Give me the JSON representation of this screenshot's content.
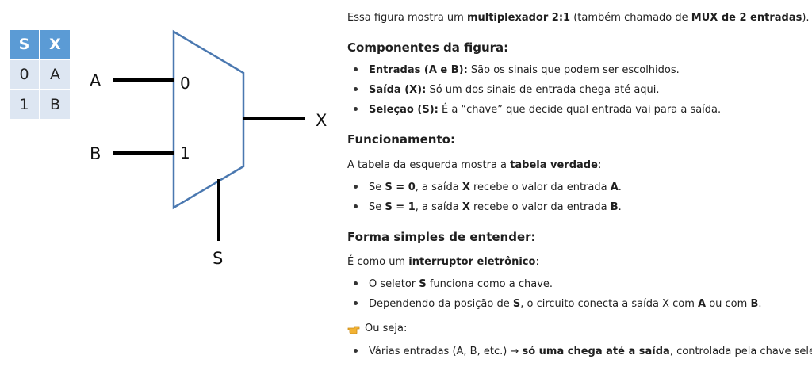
{
  "truth_table": {
    "headers": [
      "S",
      "X"
    ],
    "rows": [
      [
        "0",
        "A"
      ],
      [
        "1",
        "B"
      ]
    ]
  },
  "mux": {
    "input_a": "A",
    "input_b": "B",
    "sel_0": "0",
    "sel_1": "1",
    "output": "X",
    "select": "S",
    "stroke_color": "#4a78b0"
  },
  "intro": {
    "t1": "Essa figura mostra um ",
    "b1": "multiplexador 2:1",
    "t2": " (também chamado de ",
    "b2": "MUX de 2 entradas",
    "t3": ")."
  },
  "sec1": {
    "heading": "Componentes da figura:",
    "items": [
      {
        "b": "Entradas (A e B):",
        "t": " São os sinais que podem ser escolhidos."
      },
      {
        "b": "Saída (X):",
        "t": " Só um dos sinais de entrada chega até aqui."
      },
      {
        "b": "Seleção (S):",
        "t": " É a “chave” que decide qual entrada vai para a saída."
      }
    ]
  },
  "sec2": {
    "heading": "Funcionamento:",
    "para_t": "A tabela da esquerda mostra a ",
    "para_b": "tabela verdade",
    "para_end": ":",
    "items": [
      {
        "t1": "Se ",
        "b1": "S = 0",
        "t2": ", a saída ",
        "b2": "X",
        "t3": " recebe o valor da entrada ",
        "b3": "A",
        "t4": "."
      },
      {
        "t1": "Se ",
        "b1": "S = 1",
        "t2": ", a saída ",
        "b2": "X",
        "t3": " recebe o valor da entrada ",
        "b3": "B",
        "t4": "."
      }
    ]
  },
  "sec3": {
    "heading": "Forma simples de entender:",
    "para_t": "É como um ",
    "para_b": "interruptor eletrônico",
    "para_end": ":",
    "item1": {
      "t1": "O seletor ",
      "b1": "S",
      "t2": " funciona como a chave."
    },
    "item2": {
      "t1": "Dependendo da posição de ",
      "b1": "S",
      "t2": ", o circuito conecta a saída X com ",
      "b2": "A",
      "t3": " ou com ",
      "b3": "B",
      "t4": "."
    },
    "ou_seja": "Ou seja:",
    "hand_icon": "pointing-hand-icon",
    "item3": {
      "t1": "Várias entradas (A, B, etc.) → ",
      "b1": "só uma chega até a saída",
      "t2": ", controlada pela chave seletora."
    }
  }
}
